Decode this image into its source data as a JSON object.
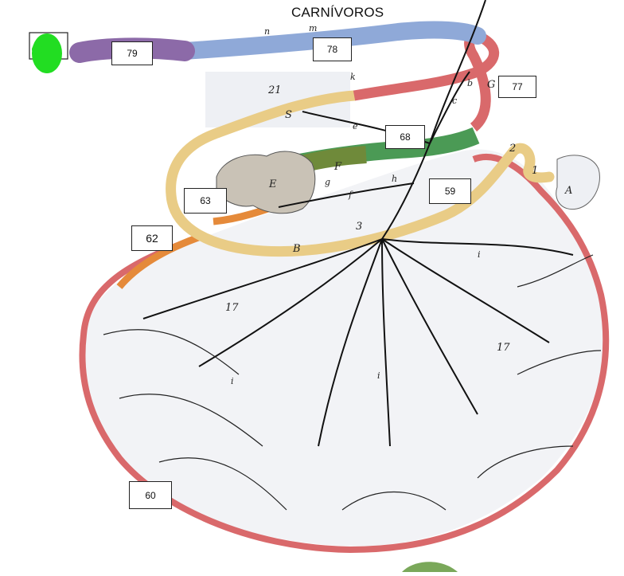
{
  "title": "CARNÍVOROS",
  "colors": {
    "jejunum_red": "#d9696b",
    "ileum_orange": "#e58a3a",
    "colon_yellow": "#e9cc86",
    "descending_blue": "#8fa9d8",
    "rectum_purple": "#8c6aa8",
    "cecum_green": "#6f8a3a",
    "duodenum_green": "#4b9a55",
    "marker_green": "#22dd22",
    "mesentery": "#f2f3f6"
  },
  "labels": [
    {
      "id": "79",
      "text": "79"
    },
    {
      "id": "78",
      "text": "78"
    },
    {
      "id": "77",
      "text": "77"
    },
    {
      "id": "68",
      "text": "68"
    },
    {
      "id": "63",
      "text": "63"
    },
    {
      "id": "59",
      "text": "59"
    },
    {
      "id": "62",
      "text": "62"
    },
    {
      "id": "60",
      "text": "60"
    }
  ],
  "glyphs": {
    "n": "n",
    "m": "m",
    "k": "k",
    "b": "b",
    "c": "c",
    "G": "G",
    "e": "e",
    "F": "F",
    "E": "E",
    "g": "g",
    "f": "f",
    "h": "h",
    "A": "A",
    "one": "1",
    "two": "2",
    "three": "3",
    "B": "B",
    "S": "S",
    "i": "i",
    "n21": "21",
    "n17a": "17",
    "n17b": "17"
  }
}
